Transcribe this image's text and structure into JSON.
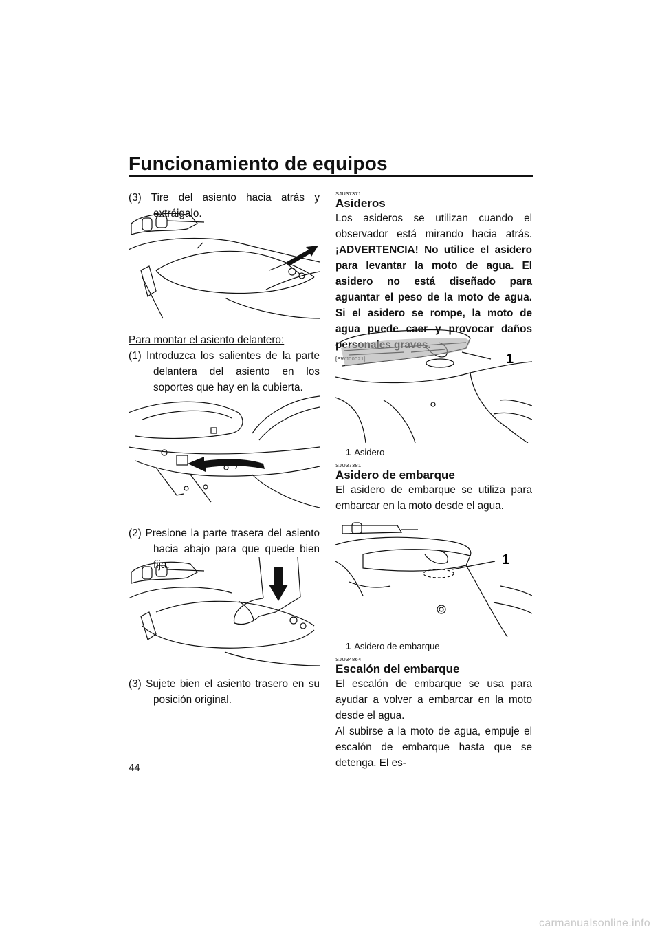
{
  "header": {
    "title": "Funcionamiento de equipos"
  },
  "page_number": "44",
  "left_column": {
    "step_remove": "(3)  Tire del asiento hacia atrás y extráigalo.",
    "install_heading": "Para montar el asiento delantero:",
    "step1": "(1)  Introduzca los salientes de la parte delantera del asiento en los soportes que hay en la cubierta.",
    "step2": "(2)  Presione la parte trasera del asiento hacia abajo para que quede bien fija.",
    "step3": "(3)  Sujete bien el asiento trasero en su posición original."
  },
  "right_column": {
    "asideros": {
      "code": "SJU37371",
      "heading": "Asideros",
      "text": "Los asideros se utilizan cuando el observador está mirando hacia atrás.",
      "warning": "¡ADVERTENCIA! No utilice el asidero para levantar la moto de agua. El asidero no está diseñado para aguantar el peso de la moto de agua. Si el asidero se rompe, la moto de agua puede caer y provocar daños personales graves.",
      "warning_code": "[SWJ00021]",
      "callout": "1",
      "caption_num": "1",
      "caption_text": "Asidero"
    },
    "asidero_embarque": {
      "code": "SJU37381",
      "heading": "Asidero de embarque",
      "text": "El asidero de embarque se utiliza para embarcar en la moto desde el agua.",
      "callout": "1",
      "caption_num": "1",
      "caption_text": "Asidero de embarque"
    },
    "escalon": {
      "code": "SJU34864",
      "heading": "Escalón del embarque",
      "text1": "El escalón de embarque se usa para ayudar a volver a embarcar en la moto desde el agua.",
      "text2": "Al subirse a la moto de agua, empuje el escalón de embarque hasta que se detenga. El es-"
    }
  },
  "watermark": "carmanualsonline.info"
}
